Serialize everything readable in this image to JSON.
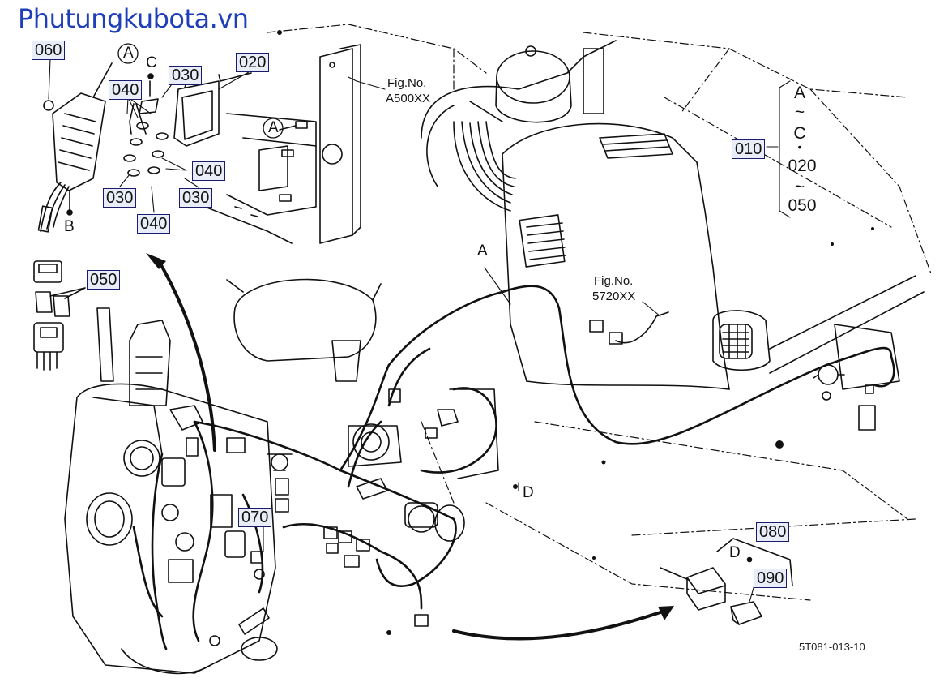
{
  "watermark": "Phutungkubota.vn",
  "parts": {
    "p010": "010",
    "p020": "020",
    "p030a": "030",
    "p030b": "030",
    "p030c": "030",
    "p040a": "040",
    "p040b": "040",
    "p040c": "040",
    "p050": "050",
    "p060": "060",
    "p070": "070",
    "p080": "080",
    "p090": "090"
  },
  "letters": {
    "A_circle_top": "A",
    "A_circle_mid": "A",
    "B": "B",
    "C": "C",
    "A_line": "A",
    "D_main": "D",
    "D_inset": "D"
  },
  "fig_refs": {
    "ref1_title": "Fig.No.",
    "ref1_code": "A500XX",
    "ref2_title": "Fig.No.",
    "ref2_code": "5720XX"
  },
  "legend_010": {
    "l1": "A",
    "l2": "~",
    "l3": "C",
    "l4": "•",
    "l5": "020",
    "l6": "~",
    "l7": "050"
  },
  "drawing_code": "5T081-013-10"
}
